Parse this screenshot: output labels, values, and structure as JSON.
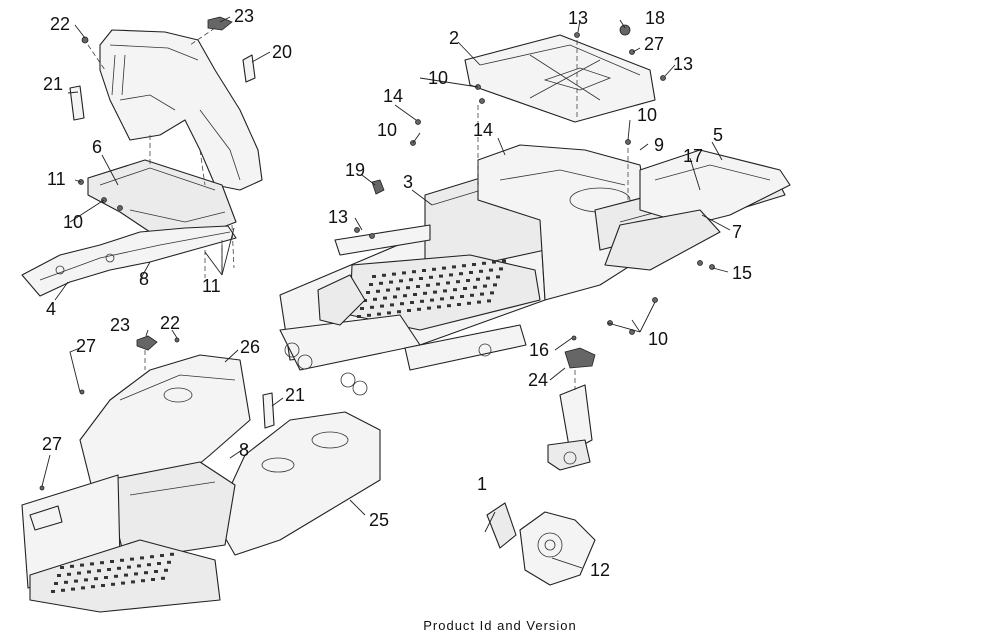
{
  "callouts": [
    "1",
    "2",
    "3",
    "4",
    "5",
    "6",
    "7",
    "8",
    "9",
    "10",
    "11",
    "12",
    "13",
    "14",
    "15",
    "16",
    "17",
    "18",
    "19",
    "20",
    "21",
    "22",
    "23",
    "24",
    "25",
    "26",
    "27"
  ],
  "caption": "Product Id and Version"
}
